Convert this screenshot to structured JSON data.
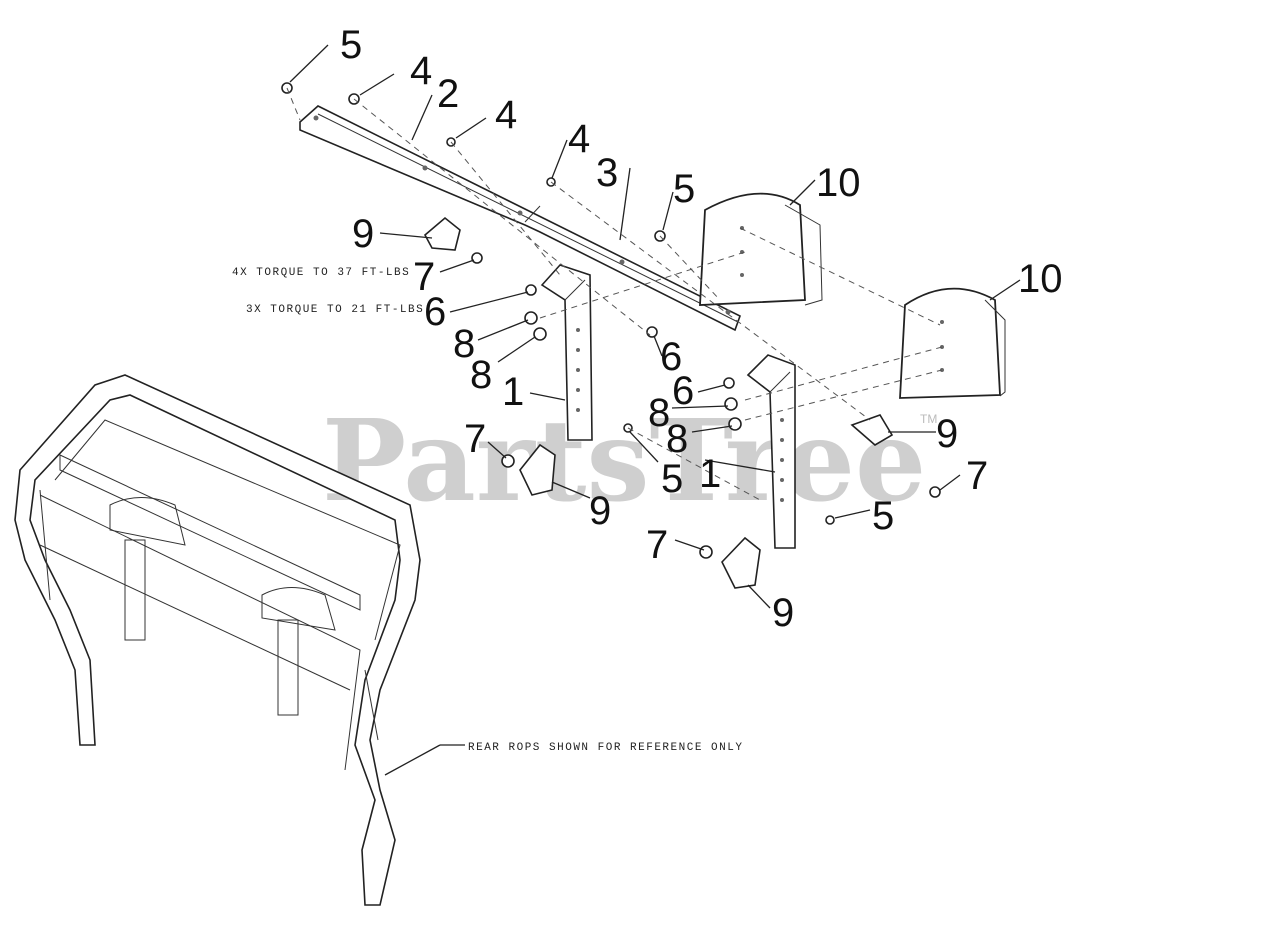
{
  "watermark": {
    "text": "PartsTree",
    "tm": "TM"
  },
  "notes": {
    "torque_4x": "4X TORQUE TO 37 FT-LBS",
    "torque_3x": "3X TORQUE TO 21 FT-LBS",
    "rops_reference": "REAR ROPS SHOWN FOR REFERENCE ONLY"
  },
  "callouts": [
    "5",
    "4",
    "2",
    "4",
    "4",
    "3",
    "5",
    "10",
    "10",
    "9",
    "7",
    "6",
    "8",
    "8",
    "6",
    "6",
    "1",
    "8",
    "8",
    "7",
    "5",
    "9",
    "1",
    "9",
    "7",
    "5",
    "7",
    "9"
  ]
}
